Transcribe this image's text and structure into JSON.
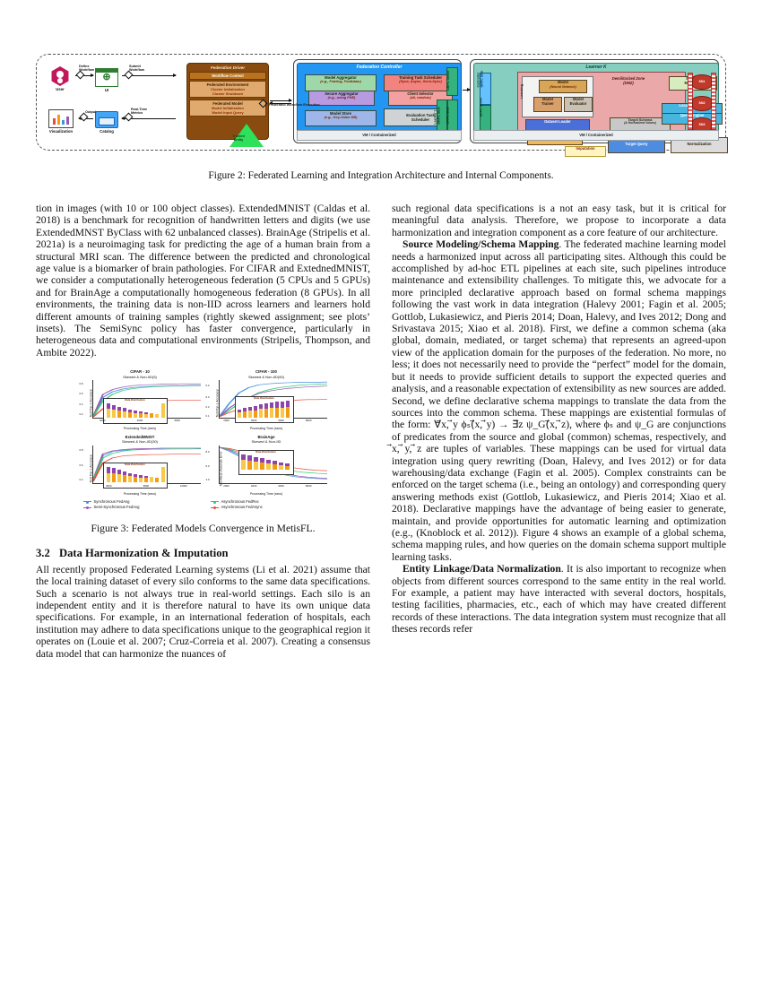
{
  "figure2": {
    "caption": "Figure 2: Federated Learning and Integration Architecture and Internal Components.",
    "left_flow": {
      "user_label": "User",
      "ui_label": "UI",
      "catalog_label": "Catalog",
      "visualization_label": "Visualization",
      "arrow_define": "Define\nWorkflow",
      "arrow_submit": "Submit\nWorkflow",
      "arrow_output": "Output",
      "arrow_metrics": "Real-Time\nMetrics"
    },
    "driver": {
      "title": "Federation Driver",
      "workflow_context": "Workflow Context",
      "env_title": "Federated Environment",
      "env_lines": [
        "Cluster Initialization",
        "Cluster Shutdown"
      ],
      "model_title": "Federated Model",
      "model_lines": [
        "Model Initialization",
        "Model Input Query"
      ],
      "trusted_entity": "Trusted\nEntity"
    },
    "controller": {
      "title": "Federation Controller",
      "model_aggregator": "Model Aggregator",
      "model_aggregator_sub": "(e.g., FedAvg, FedAdam)",
      "secure_aggregator": "Secure Aggregator",
      "secure_aggregator_sub": "(e.g., using FHE)",
      "model_store": "Model Store",
      "model_store_sub": "(e.g., Key-Value DB)",
      "training_task_scheduler": "Training Task Scheduler",
      "training_task_scheduler_sub": "(Sync, Async, Semi-Sync)",
      "client_selector": "Client Selector",
      "client_selector_sub": "(all, random)",
      "evaluation_task_scheduler": "Evaluation Task\nScheduler",
      "grpc_server": "GRPC Server",
      "learner_grpc_stub": "Learner 1\nGRPC Stub",
      "learner_k_grpc_stub": "Learner K\nGRPC Stub",
      "vm_label": "VM / Containerized"
    },
    "learner": {
      "title": "Learner K",
      "controller_grpc_stub": "Controller\nGRPC Stub",
      "grpc_server": "GRPC Server",
      "learning_label": "Learning",
      "model": "Model",
      "model_sub": "(Neural Network)",
      "model_trainer": "Model\nTrainer",
      "model_evaluator": "Model\nEvaluator",
      "dataset_loader": "Dataset Loader",
      "target_query": "Target Query",
      "imputation": "Imputation",
      "dmz_title": "Demilitarized Zone",
      "dmz_sub": "(DMZ)",
      "target_schema": "Target Schema",
      "target_schema_sub": "(& Normalized Values)",
      "materialized_target_query": "Materialized\nTarget Query",
      "local_normalization": "Local\nNormalization",
      "schema_mappings": "Schema\nMappings",
      "local_mediator": "Local Mediator",
      "query_engine": "Query Engine",
      "source_schemas_label": "Source\nSchemas",
      "sources": [
        "SN1",
        "SN2",
        "SN3"
      ],
      "vm_label": "VM / Containerized"
    },
    "footer_legend": "Federated Workflow Execution"
  },
  "left_column": {
    "para1": "tion in images (with 10 or 100 object classes). ExtendedMNIST (Caldas et al. 2018) is a benchmark for recognition of handwritten letters and digits (we use ExtendedMNST ByClass with 62 unbalanced classes). BrainAge (Stripelis et al. 2021a) is a neuroimaging task for predicting the age of a human brain from a structural MRI scan. The difference between the predicted and chronological age value is a biomarker of brain pathologies. For CIFAR and ExtednedMNIST, we consider a computationally heterogeneous federation (5 CPUs and 5 GPUs) and for BrainAge a computationally homogeneous federation (8 GPUs). In all environments, the training data is non-IID across learners and learners hold different amounts of training samples (rightly skewed assignment; see plots’ insets). The SemiSync policy has faster convergence, particularly in heterogeneous data and computational environments (Stripelis, Thompson, and Ambite 2022).",
    "figure3_caption": "Figure 3: Federated Models Convergence in MetisFL.",
    "section_number": "3.2",
    "section_title": "Data Harmonization & Imputation",
    "para2": "All recently proposed Federated Learning systems (Li et al. 2021) assume that the local training dataset of every silo conforms to the same data specifications. Such a scenario is not always true in real-world settings. Each silo is an independent entity and it is therefore natural to have its own unique data specifications. For example, in an international federation of hospitals, each institution may adhere to data specifications unique to the geographical region it operates on (Louie et al. 2007; Cruz-Correia et al. 2007). Creating a consensus data model that can harmonize the nuances of"
  },
  "right_column": {
    "para1": "such regional data specifications is a not an easy task, but it is critical for meaningful data analysis. Therefore, we propose to incorporate a data harmonization and integration component as a core feature of our architecture.",
    "para2_head": "Source Modeling/Schema Mapping",
    "para2": ". The federated machine learning model needs a harmonized input across all participating sites. Although this could be accomplished by ad-hoc ETL pipelines at each site, such pipelines introduce maintenance and extensibility challenges. To mitigate this, we advocate for a more principled declarative approach based on formal schema mappings following the vast work in data integration (Halevy 2001; Fagin et al. 2005; Gottlob, Lukasiewicz, and Pieris 2014; Doan, Halevy, and Ives 2012; Dong and Srivastava 2015; Xiao et al. 2018). First, we define a common schema (aka global, domain, mediated, or target schema) that represents an agreed-upon view of the application domain for the purposes of the federation. No more, no less; it does not necessarily need to provide the “perfect” model for the domain, but it needs to provide sufficient details to support the expected queries and analysis, and a reasonable expectation of extensibility as new sources are added. Second, we define declarative schema mappings to translate the data from the sources into the common schema. These mappings are existential formulas of the form: ",
    "formula": "∀⃗x, ⃗y ϕₛ(⃗x, ⃗y) → ∃⃗z ψ_G(⃗x, ⃗z)",
    "para2_tail": ", where ϕₛ and ψ_G are conjunctions of predicates from the source and global (common) schemas, respectively, and ⃗x, ⃗y, ⃗z are tuples of variables. These mappings can be used for virtual data integration using query rewriting (Doan, Halevy, and Ives 2012) or for data warehousing/data exchange (Fagin et al. 2005). Complex constraints can be enforced on the target schema (i.e., being an ontology) and corresponding query answering methods exist (Gottlob, Lukasiewicz, and Pieris 2014; Xiao et al. 2018). Declarative mappings have the advantage of being easier to generate, maintain, and provide opportunities for automatic learning and optimization (e.g., (Knoblock et al. 2012)). Figure 4 shows an example of a global schema, schema mapping rules, and how queries on the domain schema support multiple learning tasks.",
    "para3_head": "Entity Linkage/Data Normalization",
    "para3": ". It is also important to recognize when objects from different sources correspond to the same entity in the real world. For example, a patient may have interacted with several doctors, hospitals, testing facilities, pharmacies, etc., each of which may have created different records of these interactions. The data integration system must recognize that all theses records refer"
  },
  "chart_data": [
    {
      "type": "line",
      "title": "CIFAR - 10",
      "subtitle": "Skewed & Non-IID(5)",
      "xlabel": "Processing Time (secs)",
      "ylabel": "Test Top-1 Accuracy",
      "xlim": [
        0,
        8000
      ],
      "ylim": [
        0.1,
        0.8
      ],
      "xticks": [
        0,
        2000,
        4000,
        6000,
        8000
      ],
      "yticks": [
        0.2,
        0.4,
        0.6,
        0.8
      ],
      "series": [
        {
          "name": "Synchronous FedAvg",
          "color": "#4a90e2",
          "values": [
            0.12,
            0.46,
            0.6,
            0.66,
            0.69,
            0.71,
            0.72,
            0.73,
            0.735,
            0.74,
            0.745,
            0.75
          ]
        },
        {
          "name": "Semi-Synchronous FedAvg",
          "color": "#9b59b6",
          "values": [
            0.13,
            0.52,
            0.64,
            0.69,
            0.72,
            0.735,
            0.745,
            0.75,
            0.755,
            0.757,
            0.76,
            0.76
          ]
        },
        {
          "name": "Asynchronous FedRec",
          "color": "#2ecc71",
          "values": [
            0.12,
            0.4,
            0.55,
            0.63,
            0.67,
            0.7,
            0.715,
            0.725,
            0.73,
            0.735,
            0.74,
            0.742
          ]
        },
        {
          "name": "Asynchronous FedAsync",
          "color": "#e74c3c",
          "values": [
            0.11,
            0.25,
            0.33,
            0.37,
            0.39,
            0.4,
            0.405,
            0.41,
            0.412,
            0.413,
            0.414,
            0.415
          ]
        }
      ],
      "inset": {
        "title": "Data Distribution",
        "colorbar_labels": [
          "50",
          "1"
        ],
        "label": "Class"
      }
    },
    {
      "type": "line",
      "title": "CIFAR - 100",
      "subtitle": "Skewed & Non-IID(50)",
      "xlabel": "Processing Time (secs)",
      "ylabel": "Test Top-1 Accuracy",
      "xlim": [
        0,
        10000
      ],
      "ylim": [
        0.0,
        0.5
      ],
      "xticks": [
        0,
        2000,
        4000,
        6000,
        8000,
        10000
      ],
      "yticks": [
        0.1,
        0.2,
        0.3,
        0.4
      ],
      "series": [
        {
          "name": "Synchronous FedAvg",
          "color": "#4a90e2",
          "values": [
            0.02,
            0.17,
            0.3,
            0.37,
            0.41,
            0.425,
            0.435,
            0.44,
            0.443,
            0.445,
            0.447,
            0.448
          ]
        },
        {
          "name": "Semi-Synchronous FedAvg",
          "color": "#9b59b6",
          "values": [
            0.02,
            0.12,
            0.2,
            0.26,
            0.3,
            0.33,
            0.35,
            0.365,
            0.375,
            0.38,
            0.385,
            0.39
          ]
        },
        {
          "name": "Asynchronous FedRec",
          "color": "#2ecc71",
          "values": [
            0.02,
            0.09,
            0.17,
            0.24,
            0.3,
            0.34,
            0.37,
            0.385,
            0.4,
            0.41,
            0.415,
            0.42
          ]
        },
        {
          "name": "Asynchronous FedAsync",
          "color": "#e74c3c",
          "values": [
            0.02,
            0.07,
            0.11,
            0.15,
            0.18,
            0.2,
            0.215,
            0.225,
            0.23,
            0.235,
            0.238,
            0.24
          ]
        }
      ],
      "inset": {
        "title": "Data Distribution",
        "colorbar_labels": [
          "50",
          "1"
        ],
        "label": "Class"
      }
    },
    {
      "type": "line",
      "title": "ExtendedMNIST",
      "subtitle": "Skewed & Non-IID(30)",
      "xlabel": "Processing Time (secs)",
      "ylabel": "Test Top-1 Accuracy",
      "xlim": [
        0,
        14000
      ],
      "ylim": [
        0.3,
        0.9
      ],
      "xticks": [
        0,
        4000,
        8000,
        12000
      ],
      "yticks": [
        0.4,
        0.6,
        0.8
      ],
      "series": [
        {
          "name": "Synchronous FedAvg",
          "color": "#4a90e2",
          "values": [
            0.35,
            0.75,
            0.82,
            0.84,
            0.85,
            0.855,
            0.858,
            0.86,
            0.861,
            0.862,
            0.862,
            0.863
          ]
        },
        {
          "name": "Semi-Synchronous FedAvg",
          "color": "#9b59b6",
          "values": [
            0.36,
            0.78,
            0.83,
            0.85,
            0.857,
            0.861,
            0.863,
            0.864,
            0.865,
            0.865,
            0.866,
            0.866
          ]
        },
        {
          "name": "Asynchronous FedRec",
          "color": "#2ecc71",
          "values": [
            0.35,
            0.72,
            0.8,
            0.83,
            0.845,
            0.851,
            0.855,
            0.857,
            0.859,
            0.86,
            0.861,
            0.861
          ]
        },
        {
          "name": "Asynchronous FedAsync",
          "color": "#e74c3c",
          "values": [
            0.33,
            0.64,
            0.72,
            0.75,
            0.765,
            0.772,
            0.776,
            0.778,
            0.78,
            0.781,
            0.782,
            0.782
          ]
        }
      ],
      "inset": {
        "title": "Data Distribution",
        "colorbar_labels": [
          "50",
          "15"
        ],
        "label": "Class"
      }
    },
    {
      "type": "line",
      "title": "BrainAge",
      "subtitle": "Skewed & Non-IID",
      "xlabel": "Processing Time (secs)",
      "ylabel": "Test Mean Absolute Error",
      "xlim": [
        0,
        10000
      ],
      "ylim": [
        3.0,
        9.0
      ],
      "xticks": [
        0,
        2000,
        4000,
        6000,
        8000,
        10000
      ],
      "yticks": [
        4.0,
        6.0,
        8.0
      ],
      "series": [
        {
          "name": "Synchronous FedAvg",
          "color": "#4a90e2",
          "values": [
            8.6,
            8.0,
            7.2,
            6.2,
            5.4,
            4.8,
            4.4,
            4.1,
            3.9,
            3.75,
            3.65,
            3.6
          ]
        },
        {
          "name": "Semi-Synchronous FedAvg",
          "color": "#9b59b6",
          "values": [
            8.6,
            8.2,
            7.5,
            6.6,
            5.8,
            5.1,
            4.6,
            4.3,
            4.05,
            3.9,
            3.8,
            3.72
          ]
        },
        {
          "name": "Asynchronous FedRec",
          "color": "#2ecc71",
          "values": [
            8.6,
            8.3,
            7.8,
            7.1,
            6.4,
            5.8,
            5.3,
            5.0,
            4.8,
            4.65,
            4.55,
            4.5
          ]
        },
        {
          "name": "Asynchronous FedAsync",
          "color": "#e74c3c",
          "values": [
            8.6,
            8.4,
            8.0,
            7.5,
            6.9,
            6.3,
            5.8,
            5.5,
            5.25,
            5.1,
            5.0,
            4.95
          ]
        }
      ],
      "inset": {
        "title": "Data Distribution",
        "colorbar_labels": [
          "",
          ""
        ],
        "label": ""
      }
    }
  ],
  "figure3_legend": [
    {
      "label": "Synchronous FedAvg",
      "color": "#4a90e2"
    },
    {
      "label": "Asynchronous FedRec",
      "color": "#2ecc71"
    },
    {
      "label": "Semi-Synchronous FedAvg",
      "color": "#9b59b6"
    },
    {
      "label": "Asynchronous FedAsync",
      "color": "#e74c3c"
    }
  ]
}
